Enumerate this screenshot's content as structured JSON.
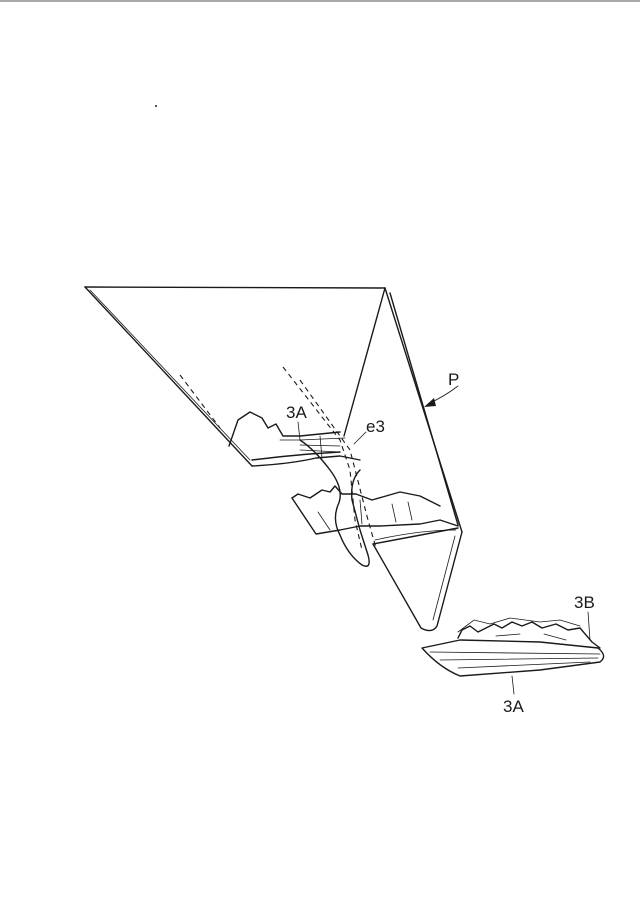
{
  "labels": {
    "p": "P",
    "e3": "e3",
    "part_3a_upper": "3A",
    "part_3b": "3B",
    "part_3a_lower": "3A"
  }
}
